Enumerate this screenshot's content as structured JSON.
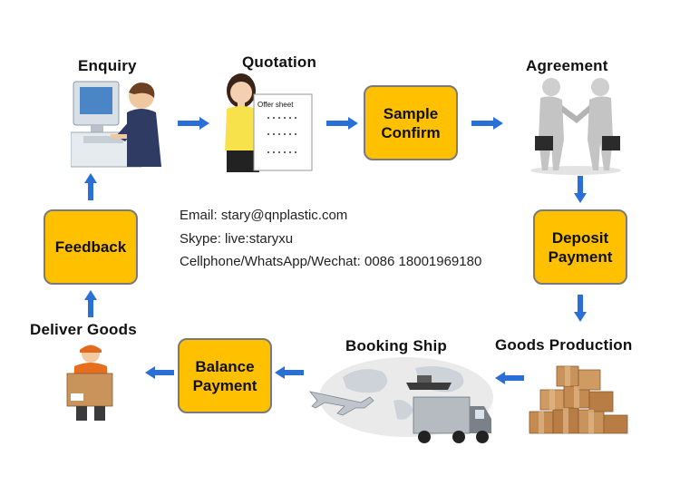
{
  "steps": {
    "enquiry": "Enquiry",
    "quotation": "Quotation",
    "sample_confirm": [
      "Sample",
      "Confirm"
    ],
    "agreement": "Agreement",
    "deposit_payment": [
      "Deposit",
      "Payment"
    ],
    "goods_production": "Goods Production",
    "booking_ship": "Booking Ship",
    "balance_payment": [
      "Balance",
      "Payment"
    ],
    "deliver_goods": "Deliver Goods",
    "feedback": "Feedback"
  },
  "offer_sheet_label": "Offer sheet",
  "contact": {
    "email": "Email: stary@qnplastic.com",
    "skype": "Skype: live:staryxu",
    "phone": "Cellphone/WhatsApp/Wechat: 0086 18001969180"
  },
  "colors": {
    "box_fill": "#ffc000",
    "box_border": "#7a7a7a",
    "arrow": "#2a6fd6"
  },
  "illustrations": [
    "computer-user-icon",
    "woman-offer-sheet-icon",
    "handshake-icon",
    "cardboard-boxes-icon",
    "ship-plane-truck-icon",
    "delivery-man-icon"
  ]
}
